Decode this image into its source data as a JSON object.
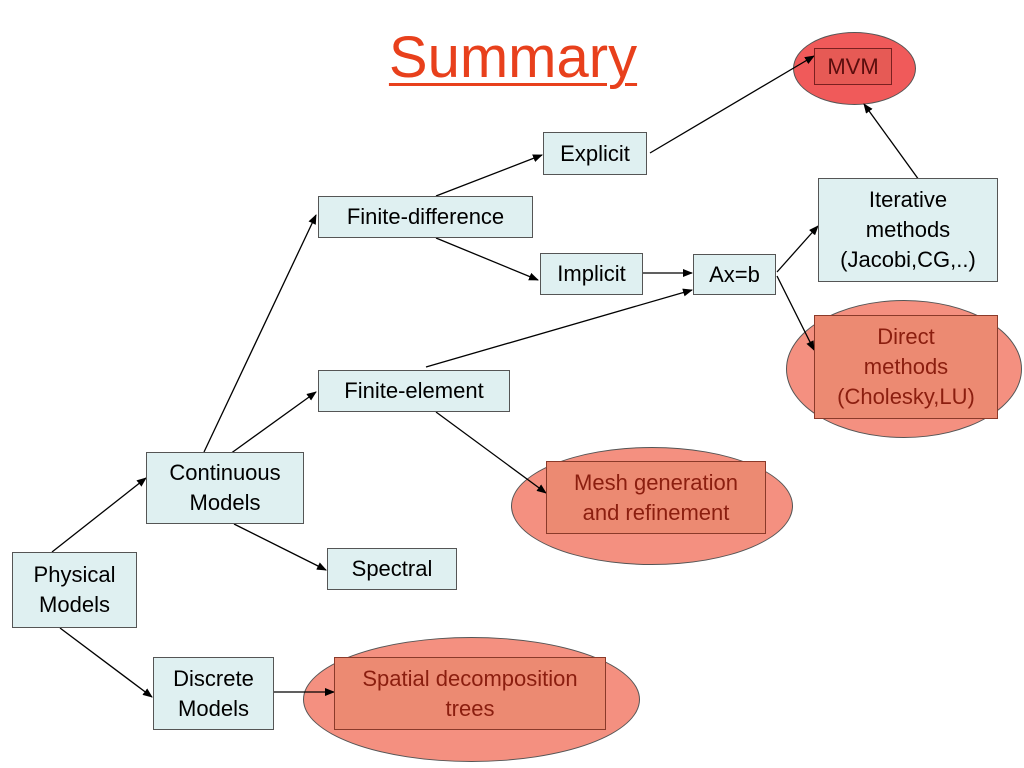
{
  "slide": {
    "title": "Summary",
    "nodes": {
      "physical_models": "Physical\nModels",
      "continuous_models": "Continuous\nModels",
      "discrete_models": "Discrete\nModels",
      "finite_difference": "Finite-difference",
      "finite_element": "Finite-element",
      "spectral": "Spectral",
      "explicit": "Explicit",
      "implicit": "Implicit",
      "axb": "Ax=b",
      "iterative_methods": "Iterative\nmethods\n(Jacobi,CG,..)",
      "direct_methods": "Direct\nmethods\n(Cholesky,LU)",
      "mvm": "MVM",
      "mesh_generation": "Mesh generation\nand refinement",
      "spatial_decomposition": "Spatial decomposition\ntrees"
    }
  },
  "colors": {
    "title": "#e8401c",
    "box_fill": "#dff0f1",
    "ellipse_fill": "#f49080",
    "mvm_ellipse_fill": "#f05a5a",
    "highlight_text": "#8b1e0f"
  }
}
